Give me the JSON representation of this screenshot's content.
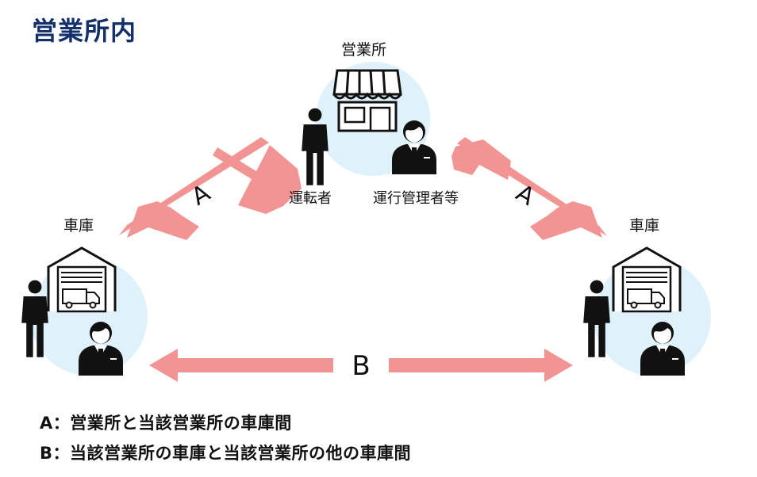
{
  "title": "営業所内",
  "office": {
    "label": "営業所",
    "driver_label": "運転者",
    "manager_label": "運行管理者等"
  },
  "garage_left": {
    "label": "車庫"
  },
  "garage_right": {
    "label": "車庫"
  },
  "arrows": {
    "a_left": "A",
    "a_right": "A",
    "b": "B"
  },
  "legend": {
    "a": "A：営業所と当該営業所の車庫間",
    "b": "B：当該営業所の車庫と当該営業所の他の車庫間"
  },
  "colors": {
    "title": "#14306b",
    "arrow": "#f29494",
    "circle": "#dff1fa",
    "icon": "#111111"
  }
}
